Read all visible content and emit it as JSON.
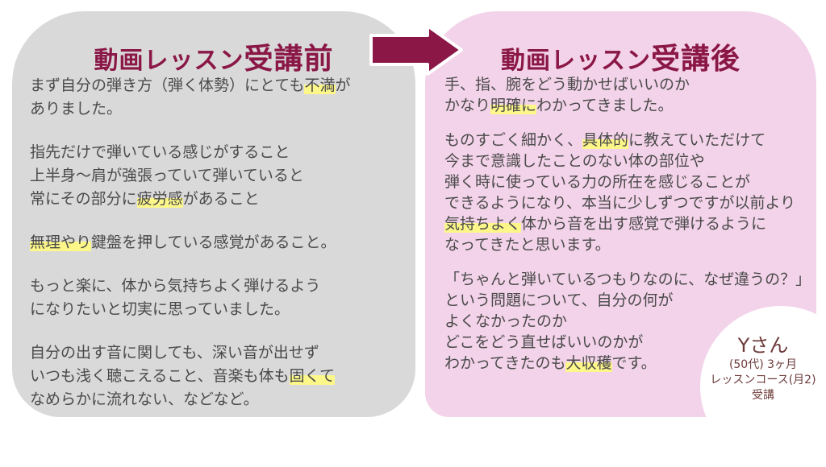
{
  "before": {
    "title_small": "動画レッスン",
    "title_big": "受講前",
    "paragraphs": [
      [
        [
          {
            "t": "まず自分の弾き方（弾く体勢）にとても"
          },
          {
            "t": "不満",
            "hl": true
          },
          {
            "t": "が"
          }
        ],
        [
          {
            "t": "ありました。"
          }
        ]
      ],
      [
        [
          {
            "t": "指先だけで弾いている感じがすること"
          }
        ],
        [
          {
            "t": "上半身〜肩が強張っていて弾いていると"
          }
        ],
        [
          {
            "t": "常にその部分に"
          },
          {
            "t": "疲労感",
            "hl": true
          },
          {
            "t": "があること"
          }
        ]
      ],
      [
        [
          {
            "t": "無理やり",
            "hl": true
          },
          {
            "t": "鍵盤を押している感覚があること。"
          }
        ]
      ],
      [
        [
          {
            "t": "もっと楽に、体から気持ちよく弾けるよう"
          }
        ],
        [
          {
            "t": "になりたいと切実に思っていました。"
          }
        ]
      ],
      [
        [
          {
            "t": "自分の出す音に関しても、深い音が出せず"
          }
        ],
        [
          {
            "t": "いつも浅く聴こえること、音楽も体も"
          },
          {
            "t": "固くて",
            "hl": true
          }
        ],
        [
          {
            "t": "なめらかに流れない、などなど。"
          }
        ]
      ]
    ]
  },
  "after": {
    "title_small": "動画レッスン",
    "title_big": "受講後",
    "paragraphs": [
      [
        [
          {
            "t": "手、指、腕をどう動かせばいいのか"
          }
        ],
        [
          {
            "t": "かなり"
          },
          {
            "t": "明確に",
            "hl": true
          },
          {
            "t": "わかってきました。"
          }
        ]
      ],
      [
        [
          {
            "t": "ものすごく細かく、"
          },
          {
            "t": "具体的",
            "hl": true
          },
          {
            "t": "に教えていただけて"
          }
        ],
        [
          {
            "t": "今まで意識したことのない体の部位や"
          }
        ],
        [
          {
            "t": "弾く時に使っている力の所在を感じることが"
          }
        ],
        [
          {
            "t": "できるようになり、本当に少しずつですが以前より"
          }
        ],
        [
          {
            "t": "気持ちよく",
            "hl": true
          },
          {
            "t": "体から音を出す感覚で弾けるように"
          }
        ],
        [
          {
            "t": "なってきたと思います。"
          }
        ]
      ],
      [
        [
          {
            "t": "「ちゃんと弾いているつもりなのに、なぜ違うの？」"
          }
        ],
        [
          {
            "t": "という問題について、自分の何が"
          }
        ],
        [
          {
            "t": "よくなかったのか"
          }
        ],
        [
          {
            "t": "どこをどう直せばいいのかが"
          }
        ],
        [
          {
            "t": "わかってきたのも"
          },
          {
            "t": "大収穫",
            "hl": true
          },
          {
            "t": "です。"
          }
        ]
      ]
    ]
  },
  "badge": {
    "name": "Yさん",
    "line1": "(50代) 3ヶ月",
    "line2": "レッスンコース(月2)",
    "line3": "受講"
  },
  "colors": {
    "accent": "#8a1746",
    "before_bg": "#d9d9d9",
    "after_bg": "#f3d3e9",
    "highlight": "#fdf78a"
  }
}
